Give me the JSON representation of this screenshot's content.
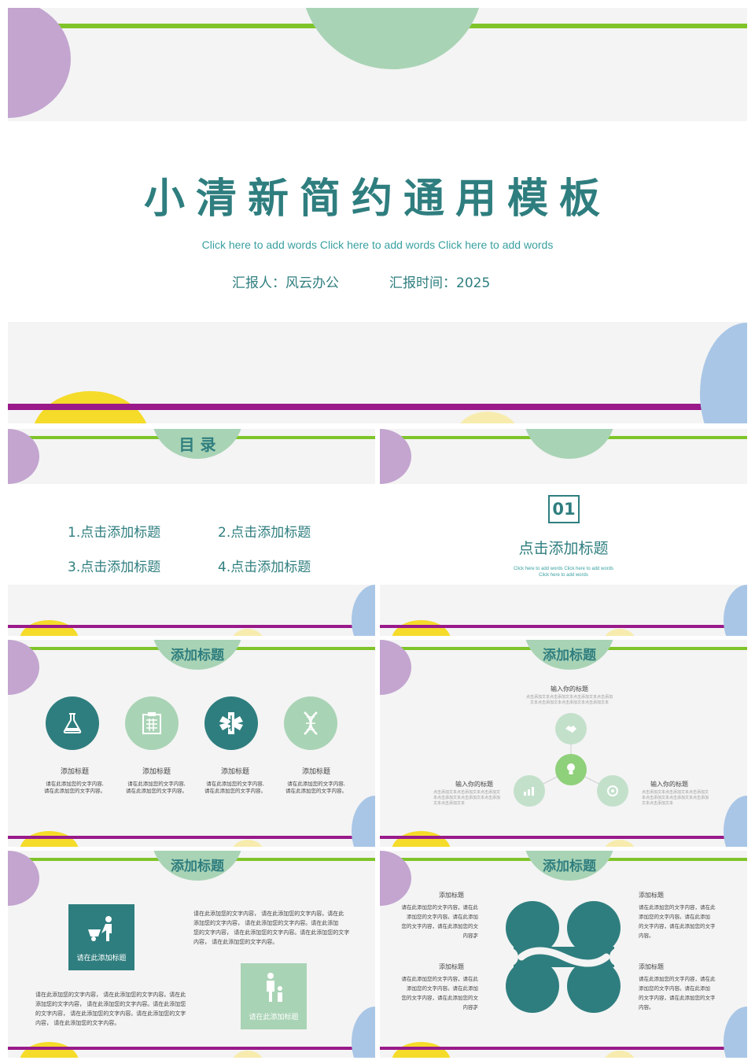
{
  "colors": {
    "teal": "#2f7e7f",
    "mint": "#a9d3b5",
    "lime": "#7fc42a",
    "purple": "#c3a5d0",
    "magenta": "#9a1a8a",
    "yellow": "#f5db2a",
    "blue": "#a9c6e6"
  },
  "cover": {
    "title": "小清新简约通用模板",
    "subtitle": "Click here to add words Click here to add words Click here to add words",
    "reporter": "汇报人：风云办公",
    "time": "汇报时间：2025"
  },
  "toc": {
    "title": "目 录",
    "items": [
      "1.点击添加标题",
      "2.点击添加标题",
      "3.点击添加标题",
      "4.点击添加标题"
    ]
  },
  "section": {
    "number": "01",
    "title": "点击添加标题",
    "desc_line1": "Click here to add words Click here to add words",
    "desc_line2": "Click here to add words"
  },
  "slide3": {
    "header": "添加标题",
    "icons": [
      "flask-icon",
      "clipboard-icon",
      "medical-icon",
      "dna-icon"
    ],
    "items": [
      {
        "title": "添加标题",
        "line1": "请在此添加您的文字内容,",
        "line2": "请在此添加您的文字内容。"
      },
      {
        "title": "添加标题",
        "line1": "请在此添加您的文字内容,",
        "line2": "请在此添加您的文字内容。"
      },
      {
        "title": "添加标题",
        "line1": "请在此添加您的文字内容,",
        "line2": "请在此添加您的文字内容。"
      },
      {
        "title": "添加标题",
        "line1": "请在此添加您的文字内容,",
        "line2": "请在此添加您的文字内容。"
      }
    ]
  },
  "slide4": {
    "header": "添加标题",
    "top_title": "输入你的标题",
    "top_text": "点击添加文本点击添加文本点击添加文本点击添加文本点击添加文本点击添加文本点击添加文本",
    "left_title": "输入你的标题",
    "left_text": "点击添加文本点击添加文本点击添加文本点击添加文本点击添加文本点击添加文本点击添加文本",
    "right_title": "输入你的标题",
    "right_text": "点击添加文本点击添加文本点击添加文本点击添加文本点击添加文本点击添加文本点击添加文本"
  },
  "slide5": {
    "header": "添加标题",
    "box1": "请在此添加标题",
    "box2": "请在此添加标题",
    "para_right": [
      "请在此添加您的文字内容，  请在此添加您的文字内容。请在此",
      "添加您的文字内容，  请在此添加您的文字内容。请在此添加",
      "您的文字内容，  请在此添加您的文字内容。请在此添加您的文字",
      "内容，  请在此添加您的文字内容。"
    ],
    "para_left": [
      "请在此添加您的文字内容，  请在此添加您的文字内容。请在此",
      "添加您的文字内容，  请在此添加您的文字内容。请在此添加您",
      "的文字内容，  请在此添加您的文字内容。请在此添加您的文字",
      "内容，  请在此添加您的文字内容。"
    ]
  },
  "slide6": {
    "header": "添加标题",
    "blocks": [
      {
        "title": "添加标题",
        "lines": [
          "请在此添加您的文字内容，请在此",
          "添加您的文字内容。请在此添加",
          "您的文字内容，请在此添加您的文字",
          "内容。"
        ]
      },
      {
        "title": "添加标题",
        "lines": [
          "请在此添加您的文字内容，请在此",
          "添加您的文字内容。请在此添加",
          "您的文字内容，请在此添加您的文字",
          "内容。"
        ]
      },
      {
        "title": "添加标题",
        "lines": [
          "请在此添加您的文字内容，请在此",
          "添加您的文字内容。请在此添加",
          "的文字内容，请在此添加您的文字",
          "内容。"
        ]
      },
      {
        "title": "添加标题",
        "lines": [
          "请在此添加您的文字内容，请在此",
          "添加您的文字内容。请在此添加",
          "的文字内容，请在此添加您的文字",
          "内容。"
        ]
      }
    ]
  }
}
